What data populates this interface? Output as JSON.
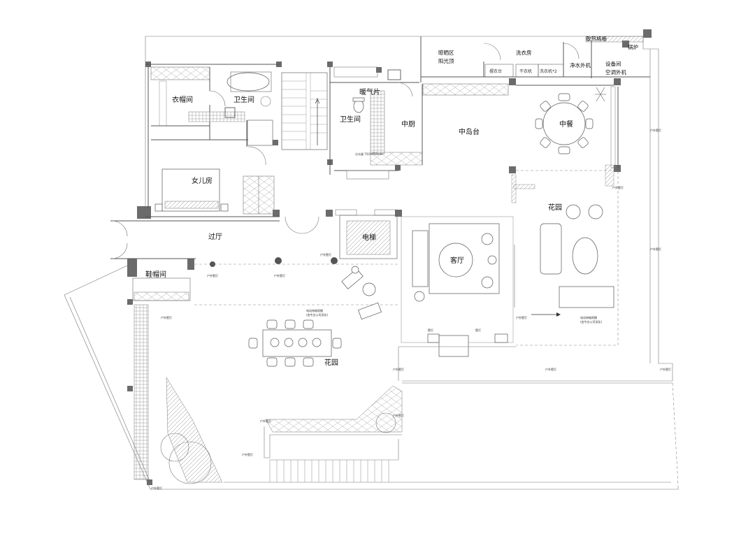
{
  "rooms": {
    "cloakroom": "衣帽间",
    "bathroom_master": "卫生间",
    "daughter_room": "女儿房",
    "heater": "暖气片",
    "bathroom_center": "卫生间",
    "divider_note": "分水器 750×650mm",
    "chinese_kitchen": "中厨",
    "drying_area": "晾晒区",
    "sun_roof": "阳光顶",
    "laundry": "洗衣房",
    "laundry_counter": "摆衣台",
    "dryer": "干衣机",
    "washer": "洗衣机*2",
    "radiator_grille": "散热格栅",
    "boiler": "锅炉",
    "water_purifier": "净水外机",
    "equipment_room": "设备间",
    "ac_outdoor": "空调外机",
    "island": "中岛台",
    "dining": "中餐",
    "garden_east": "花园",
    "corridor": "过厅",
    "elevator": "电梯",
    "living_room": "客厅",
    "shoe_room": "鞋帽间",
    "garden_south": "花园",
    "wall_lamp": "户外壁灯",
    "wall_lamp_short": "壁灯",
    "awning_note_1": "电动伸缩雨棚",
    "awning_note_1b": "(由专业公司深化)",
    "awning_note_2": "电动伸缩雨棚",
    "awning_note_2b": "(由专业公司深化)"
  }
}
